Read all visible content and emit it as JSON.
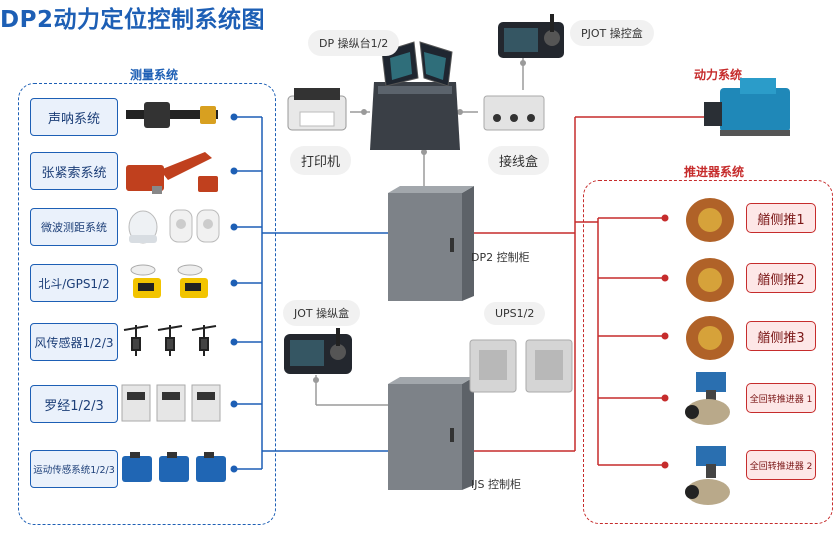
{
  "title": "DP2动力定位控制系统图",
  "groups": {
    "measurement": "测量系统",
    "power": "动力系统",
    "thrusters": "推进器系统"
  },
  "sensors": [
    {
      "label": "声呐系统",
      "icon": "sonar-icon"
    },
    {
      "label": "张紧索系统",
      "icon": "taut-wire-icon"
    },
    {
      "label": "微波测距系统",
      "icon": "microwave-ranging-icon"
    },
    {
      "label": "北斗/GPS1/2",
      "icon": "gps-receiver-icon"
    },
    {
      "label": "风传感器1/2/3",
      "icon": "wind-sensor-icon"
    },
    {
      "label": "罗经1/2/3",
      "icon": "gyro-compass-icon"
    },
    {
      "label": "运动传感系统1/2/3",
      "icon": "motion-sensor-icon"
    }
  ],
  "devices": {
    "dp_console": "DP 操纵台1/2",
    "pjot_box": "PJOT 操控盒",
    "printer": "打印机",
    "junction_box": "接线盒",
    "dp2_cabinet": "DP2 控制柜",
    "jot_box": "JOT 操纵盒",
    "ups": "UPS1/2",
    "ijs_cabinet": "IJS 控制柜"
  },
  "thrusters": [
    {
      "label": "艏侧推1",
      "icon": "tunnel-thruster-icon"
    },
    {
      "label": "艏侧推2",
      "icon": "tunnel-thruster-icon"
    },
    {
      "label": "艏侧推3",
      "icon": "tunnel-thruster-icon"
    },
    {
      "label": "全回转推进器 1",
      "icon": "azimuth-thruster-icon"
    },
    {
      "label": "全回转推进器 2",
      "icon": "azimuth-thruster-icon"
    }
  ],
  "colors": {
    "blue": "#1d5fb5",
    "red": "#c62c2c",
    "gray": "#9a9a9a"
  }
}
